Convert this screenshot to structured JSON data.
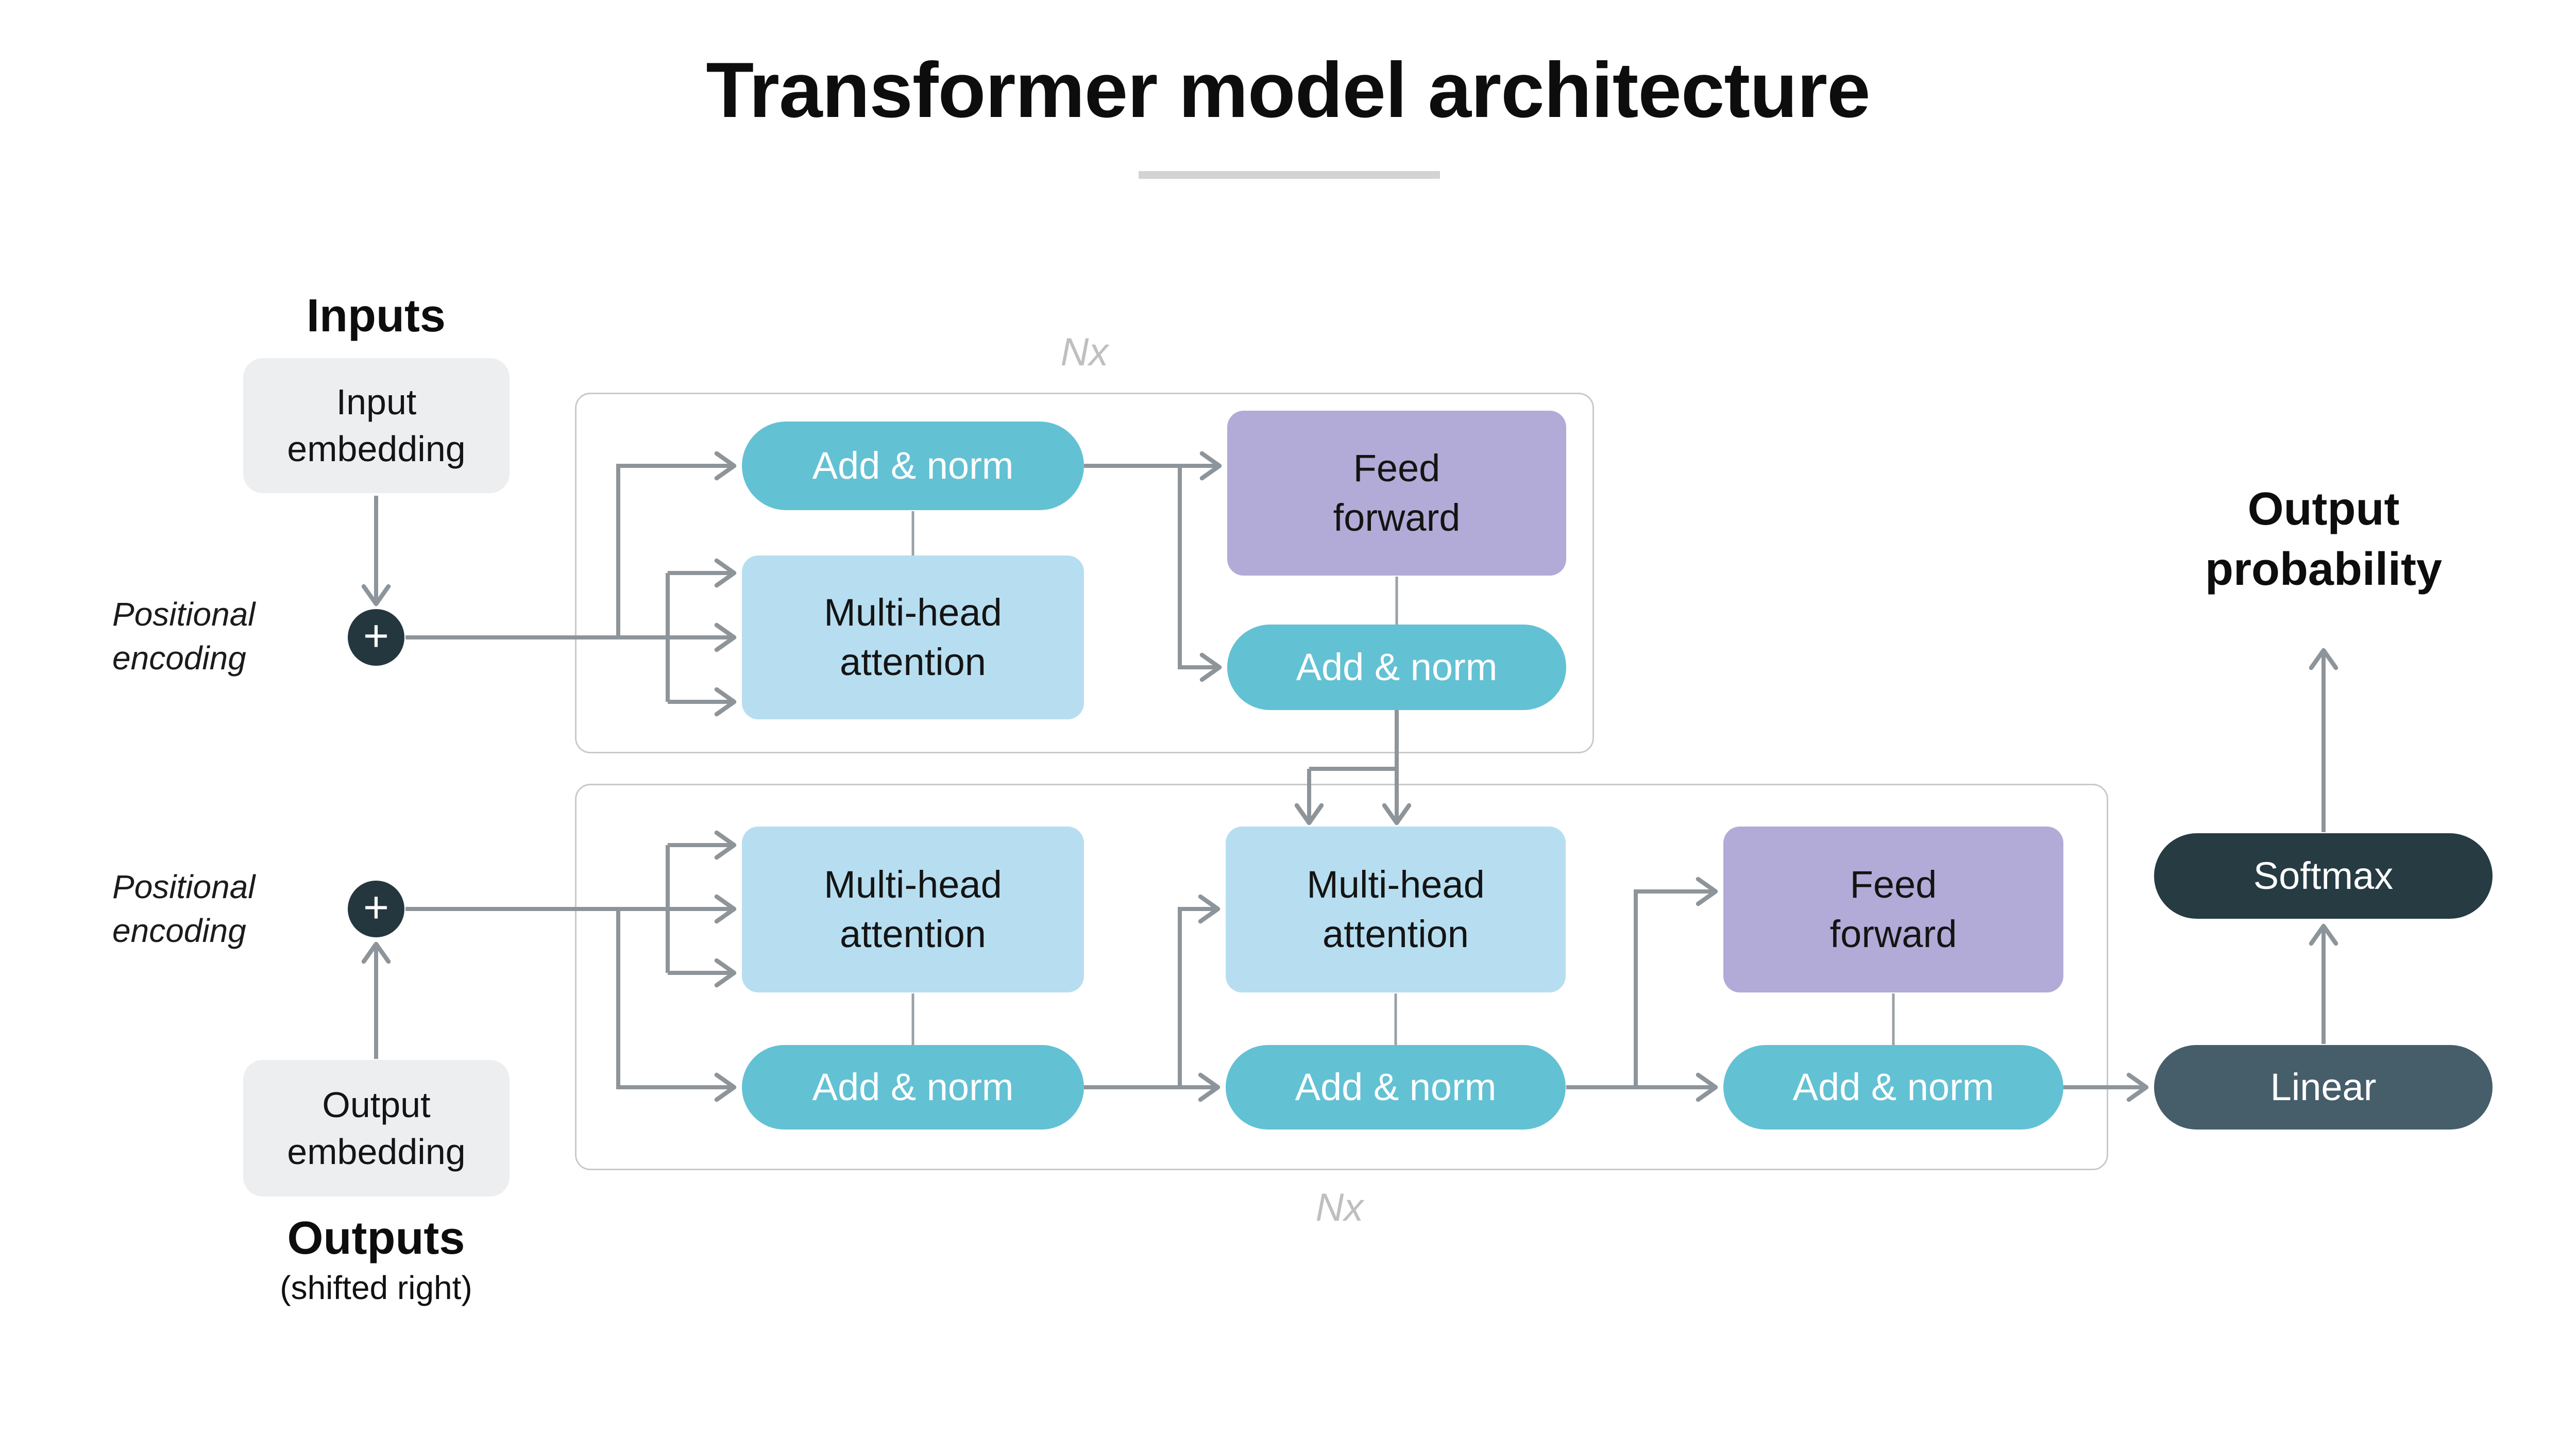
{
  "title": {
    "text": "Transformer model architecture"
  },
  "headings": {
    "inputs": "Inputs",
    "outputs": "Outputs",
    "outputs_note": "(shifted right)",
    "output_probability": "Output probability"
  },
  "side_labels": {
    "positional_encoding_top": "Positional encoding",
    "positional_encoding_bottom": "Positional encoding",
    "nx_top": "Nx",
    "nx_bottom": "Nx",
    "plus_sign": "+"
  },
  "nodes": {
    "input_embedding": "Input embedding",
    "output_embedding": "Output embedding",
    "add_norm": "Add & norm",
    "multi_head_attention": "Multi-head attention",
    "feed_forward": "Feed forward",
    "softmax": "Softmax",
    "linear": "Linear"
  },
  "colors": {
    "teal_pill": "#63c1d4",
    "light_blue_box": "#b7def0",
    "purple_box": "#b2abd7",
    "gray_box": "#edeeef",
    "dark_circle": "#24373e",
    "softmax_dark": "#263b42",
    "linear_slate": "#465d6a",
    "connector_gray": "#8e959a",
    "connector_light": "#9aa1a6",
    "container_border": "#c7cacc",
    "nx_gray": "#bfbfbf",
    "title_underline": "#d3d3d3",
    "background": "#ffffff"
  }
}
